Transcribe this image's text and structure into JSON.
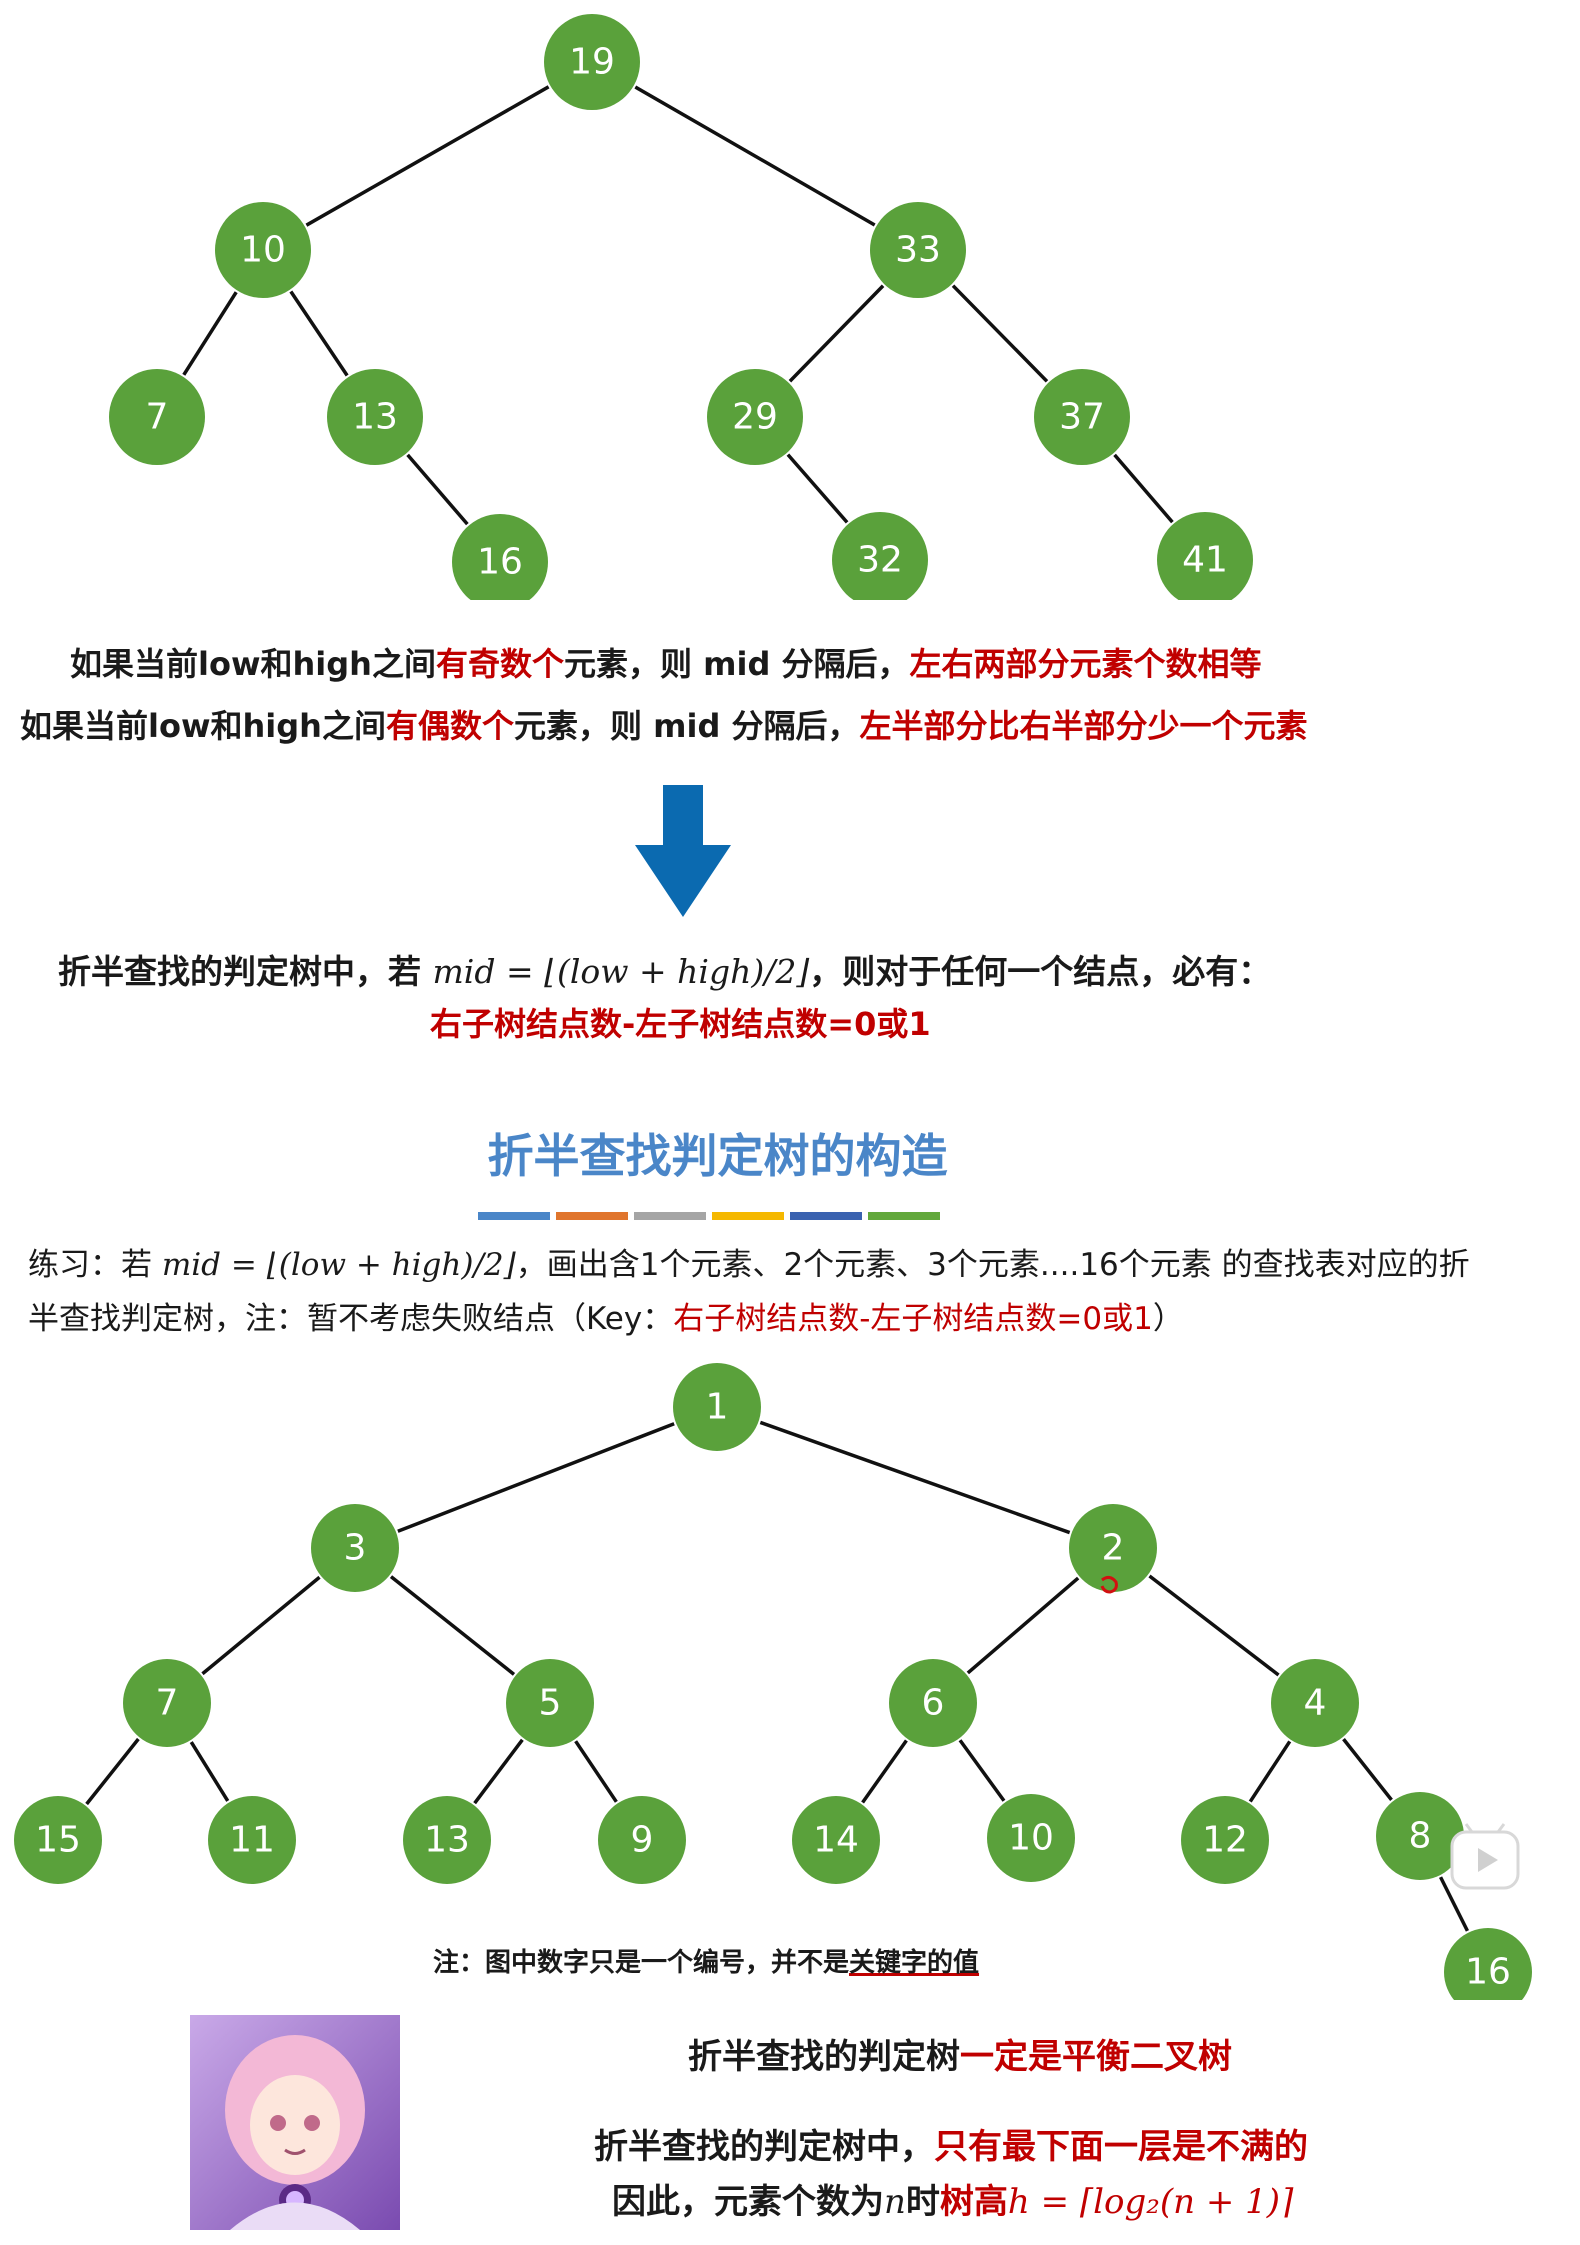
{
  "tree1": {
    "nodes": [
      {
        "id": "n19",
        "label": "19"
      },
      {
        "id": "n10",
        "label": "10"
      },
      {
        "id": "n33",
        "label": "33"
      },
      {
        "id": "n7",
        "label": "7"
      },
      {
        "id": "n13",
        "label": "13"
      },
      {
        "id": "n29",
        "label": "29"
      },
      {
        "id": "n37",
        "label": "37"
      },
      {
        "id": "n16",
        "label": "16"
      },
      {
        "id": "n32",
        "label": "32"
      },
      {
        "id": "n41",
        "label": "41"
      }
    ],
    "edges": [
      [
        "n19",
        "n10"
      ],
      [
        "n19",
        "n33"
      ],
      [
        "n10",
        "n7"
      ],
      [
        "n10",
        "n13"
      ],
      [
        "n13",
        "n16"
      ],
      [
        "n33",
        "n29"
      ],
      [
        "n33",
        "n37"
      ],
      [
        "n29",
        "n32"
      ],
      [
        "n37",
        "n41"
      ]
    ]
  },
  "odd_line": {
    "prefix": "如果当前low和high之间",
    "red1": "有奇数个",
    "middle": "元素，则 mid 分隔后，",
    "red2": "左右两部分元素个数相等"
  },
  "even_line": {
    "prefix": "如果当前low和high之间",
    "red1": "有偶数个",
    "middle": "元素，则 mid 分隔后，",
    "red2": "左半部分比右半部分少一个元素"
  },
  "rule": {
    "prefix": "折半查找的判定树中，若 ",
    "formula": "mid = ⌊(low + high)/2⌋",
    "suffix": "，则对于任何一个结点，必有：",
    "result": "右子树结点数-左子树结点数=0或1"
  },
  "heading": "折半查找判定树的构造",
  "heading_bar_colors": [
    "#4a86c8",
    "#e0752d",
    "#a5a5a5",
    "#f5b800",
    "#3a62b0",
    "#62a83c"
  ],
  "practice": {
    "prefix": "练习：若 ",
    "formula": "mid = ⌊(low + high)/2⌋",
    "suffix": "，画出含1个元素、2个元素、3个元素....16个元素 的查找表对应的折",
    "line2_prefix": "半查找判定树，注：暂不考虑失败结点（Key：",
    "line2_red": "右子树结点数-左子树结点数=0或1",
    "line2_suffix": "）"
  },
  "tree2": {
    "nodes": [
      {
        "id": "m1",
        "label": "1"
      },
      {
        "id": "m3",
        "label": "3"
      },
      {
        "id": "m2",
        "label": "2"
      },
      {
        "id": "m7",
        "label": "7"
      },
      {
        "id": "m5",
        "label": "5"
      },
      {
        "id": "m6",
        "label": "6"
      },
      {
        "id": "m4",
        "label": "4"
      },
      {
        "id": "m15",
        "label": "15"
      },
      {
        "id": "m11",
        "label": "11"
      },
      {
        "id": "m13",
        "label": "13"
      },
      {
        "id": "m9",
        "label": "9"
      },
      {
        "id": "m14",
        "label": "14"
      },
      {
        "id": "m10",
        "label": "10"
      },
      {
        "id": "m12",
        "label": "12"
      },
      {
        "id": "m8",
        "label": "8"
      },
      {
        "id": "m16",
        "label": "16"
      }
    ],
    "edges": [
      [
        "m1",
        "m3"
      ],
      [
        "m1",
        "m2"
      ],
      [
        "m3",
        "m7"
      ],
      [
        "m3",
        "m5"
      ],
      [
        "m2",
        "m6"
      ],
      [
        "m2",
        "m4"
      ],
      [
        "m7",
        "m15"
      ],
      [
        "m7",
        "m11"
      ],
      [
        "m5",
        "m13"
      ],
      [
        "m5",
        "m9"
      ],
      [
        "m6",
        "m14"
      ],
      [
        "m6",
        "m10"
      ],
      [
        "m4",
        "m12"
      ],
      [
        "m4",
        "m8"
      ],
      [
        "m8",
        "m16"
      ]
    ]
  },
  "note": {
    "prefix": "注：图中数字只是一个编号，并不是",
    "underlined": "关键字的值"
  },
  "conclusion1": {
    "prefix": "折半查找的判定树",
    "red": "一定是平衡二叉树"
  },
  "conclusion2": {
    "prefix": "折半查找的判定树中，",
    "red": "只有最下面一层是不满的"
  },
  "conclusion3": {
    "prefix": "因此，元素个数为",
    "var": "n",
    "middle": "时",
    "red": "树高",
    "formula": "h = ⌈log₂(n + 1)⌉"
  },
  "colors": {
    "node_green": "#5aa13b",
    "emphasis_red": "#c00000",
    "heading_blue": "#4a86c8",
    "arrow_blue": "#0b6ab0"
  }
}
